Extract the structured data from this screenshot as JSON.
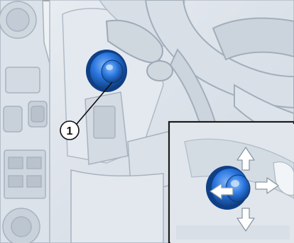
{
  "figure": {
    "callout_number": "1",
    "colors": {
      "background": "#ffffff",
      "panel_fill": "#dfe5ec",
      "panel_stroke": "#b3bdc8",
      "line_art": "#9aa7b4",
      "knob_blue": "#1f6fd6",
      "knob_dark": "#0f3f86",
      "arrow_fill": "#ffffff",
      "inset_border": "#1a1a1a"
    },
    "inset": {
      "arrow_directions": [
        "up",
        "down",
        "left",
        "right"
      ]
    }
  }
}
